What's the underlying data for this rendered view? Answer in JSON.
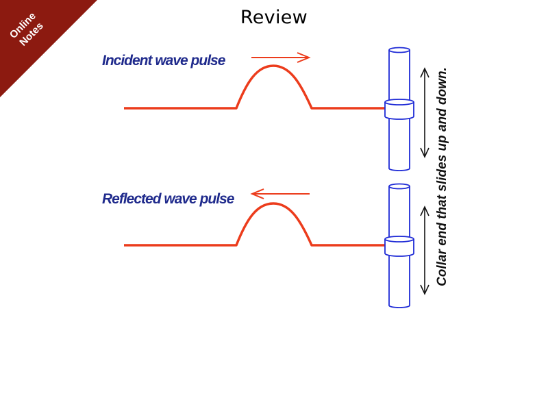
{
  "slide": {
    "title": "Review",
    "incident_label": "Incident wave pulse",
    "reflected_label": "Reflected wave pulse",
    "collar_caption": "Collar end that slides up and down.",
    "badge": {
      "line1": "Online",
      "line2": "Notes"
    }
  },
  "colors": {
    "wave": "#ec3c1c",
    "label": "#1f2a8c",
    "rod": "#1f2bd6",
    "badge": "#8c1a10"
  }
}
